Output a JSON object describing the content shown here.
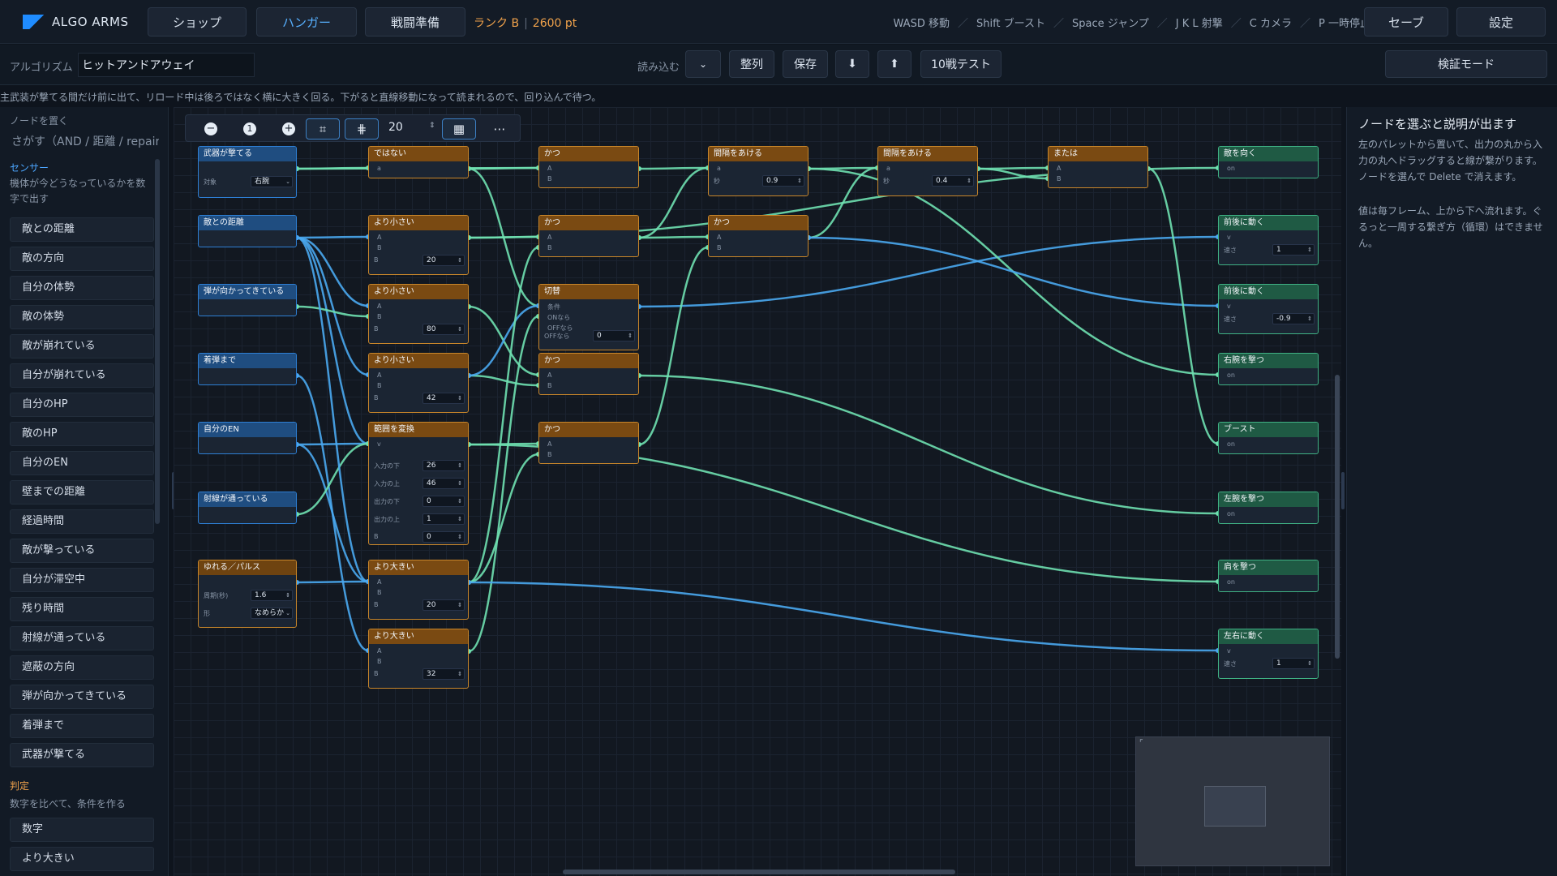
{
  "app": {
    "logo_text": "ALGO ARMS"
  },
  "nav": {
    "shop": "ショップ",
    "hangar": "ハンガー",
    "battle_prep": "戦闘準備",
    "rank": "ランク B",
    "points": "2600 pt",
    "hints": [
      "WASD 移動",
      "Shift ブースト",
      "Space ジャンプ",
      "J K L 射撃",
      "C カメラ",
      "P 一時停止"
    ],
    "save": "セーブ",
    "settings": "設定"
  },
  "subbar": {
    "algo_label": "アルゴリズム",
    "algo_name": "ヒットアンドアウェイ",
    "load_label": "読み込む",
    "arrange": "整列",
    "save": "保存",
    "test10": "10戦テスト",
    "verify": "検証モード"
  },
  "description": "主武装が撃てる間だけ前に出て、リロード中は後ろではなく横に大きく回る。下がると直線移動になって読まれるので、回り込んで待つ。",
  "palette": {
    "title": "ノードを置く",
    "search_placeholder": "さがす（AND / 距離 / repair）",
    "sensor_cat": "センサー",
    "sensor_desc": "機体が今どうなっているかを数字で出す",
    "sensors": [
      "敵との距離",
      "敵の方向",
      "自分の体勢",
      "敵の体勢",
      "敵が崩れている",
      "自分が崩れている",
      "自分のHP",
      "敵のHP",
      "自分のEN",
      "壁までの距離",
      "経過時間",
      "敵が撃っている",
      "自分が滞空中",
      "残り時間",
      "射線が通っている",
      "遮蔽の方向",
      "弾が向かってきている",
      "着弾まで",
      "武器が撃てる"
    ],
    "judge_cat": "判定",
    "judge_desc": "数字を比べて、条件を作る",
    "judges": [
      "数字",
      "より大きい"
    ]
  },
  "zoom": {
    "value": "20"
  },
  "info": {
    "title": "ノードを選ぶと説明が出ます",
    "p1": "左のパレットから置いて、出力の丸から入力の丸へドラッグすると線が繋がります。ノードを選んで Delete で消えます。",
    "p2": "値は毎フレーム、上から下へ流れます。ぐるっと一周する繋ぎ方（循環）はできません。"
  },
  "colors": {
    "bool_wire": "#6fe0b0",
    "num_wire": "#4aa8f0"
  },
  "nodes": [
    {
      "id": "n_weapon",
      "kind": "sensor",
      "title": "武器が撃てる",
      "fields": [
        {
          "label": "対象",
          "value": "右腕",
          "type": "select"
        }
      ]
    },
    {
      "id": "n_dist",
      "kind": "sensor",
      "title": "敵との距離",
      "fields": []
    },
    {
      "id": "n_bullet",
      "kind": "sensor",
      "title": "弾が向かってきている",
      "fields": []
    },
    {
      "id": "n_impact",
      "kind": "sensor",
      "title": "着弾まで",
      "fields": []
    },
    {
      "id": "n_en",
      "kind": "sensor",
      "title": "自分のEN",
      "fields": []
    },
    {
      "id": "n_los",
      "kind": "sensor",
      "title": "射線が通っている",
      "fields": []
    },
    {
      "id": "n_pulse",
      "kind": "pulse",
      "title": "ゆれる／パルス",
      "fields": [
        {
          "label": "周期(秒)",
          "value": "1.6",
          "type": "num"
        },
        {
          "label": "形",
          "value": "なめらか",
          "type": "select"
        }
      ]
    },
    {
      "id": "n_not",
      "kind": "op",
      "title": "ではない",
      "pins": [
        "a"
      ],
      "fields": []
    },
    {
      "id": "n_lt1",
      "kind": "op",
      "title": "より小さい",
      "pins": [
        "A",
        "B"
      ],
      "fields": [
        {
          "label": "B",
          "value": "20",
          "type": "num"
        }
      ]
    },
    {
      "id": "n_lt2",
      "kind": "op",
      "title": "より小さい",
      "pins": [
        "A",
        "B"
      ],
      "fields": [
        {
          "label": "B",
          "value": "80",
          "type": "num"
        }
      ]
    },
    {
      "id": "n_lt3",
      "kind": "op",
      "title": "より小さい",
      "pins": [
        "A",
        "B"
      ],
      "fields": [
        {
          "label": "B",
          "value": "42",
          "type": "num"
        }
      ]
    },
    {
      "id": "n_map",
      "kind": "op",
      "title": "範囲を変換",
      "pins": [
        "v"
      ],
      "fields": [
        {
          "label": "入力の下",
          "value": "26",
          "type": "num"
        },
        {
          "label": "入力の上",
          "value": "46",
          "type": "num"
        },
        {
          "label": "出力の下",
          "value": "0",
          "type": "num"
        },
        {
          "label": "出力の上",
          "value": "1",
          "type": "num"
        },
        {
          "label": "B",
          "value": "0",
          "type": "num"
        }
      ]
    },
    {
      "id": "n_gt1",
      "kind": "op",
      "title": "より大きい",
      "pins": [
        "A",
        "B"
      ],
      "fields": [
        {
          "label": "B",
          "value": "20",
          "type": "num"
        }
      ]
    },
    {
      "id": "n_gt2",
      "kind": "op",
      "title": "より大きい",
      "pins": [
        "A",
        "B"
      ],
      "fields": [
        {
          "label": "B",
          "value": "32",
          "type": "num"
        }
      ]
    },
    {
      "id": "n_and1",
      "kind": "op",
      "title": "かつ",
      "pins": [
        "A",
        "B"
      ],
      "fields": []
    },
    {
      "id": "n_and2",
      "kind": "op",
      "title": "かつ",
      "pins": [
        "A",
        "B"
      ],
      "fields": []
    },
    {
      "id": "n_switch",
      "kind": "op",
      "title": "切替",
      "pins": [
        "条件",
        "ONなら",
        "OFFなら"
      ],
      "fields": [
        {
          "label": "OFFなら",
          "value": "0",
          "type": "num"
        }
      ]
    },
    {
      "id": "n_and3",
      "kind": "op",
      "title": "かつ",
      "pins": [
        "A",
        "B"
      ],
      "fields": []
    },
    {
      "id": "n_and4",
      "kind": "op",
      "title": "かつ",
      "pins": [
        "A",
        "B"
      ],
      "fields": []
    },
    {
      "id": "n_gap1",
      "kind": "op",
      "title": "間隔をあける",
      "pins": [
        "a"
      ],
      "fields": [
        {
          "label": "秒",
          "value": "0.9",
          "type": "num"
        }
      ]
    },
    {
      "id": "n_and5",
      "kind": "op",
      "title": "かつ",
      "pins": [
        "A",
        "B"
      ],
      "fields": []
    },
    {
      "id": "n_gap2",
      "kind": "op",
      "title": "間隔をあける",
      "pins": [
        "a"
      ],
      "fields": [
        {
          "label": "秒",
          "value": "0.4",
          "type": "num"
        }
      ]
    },
    {
      "id": "n_or",
      "kind": "op",
      "title": "または",
      "pins": [
        "A",
        "B"
      ],
      "fields": []
    },
    {
      "id": "n_face",
      "kind": "act",
      "title": "敵を向く",
      "pins": [
        "on"
      ],
      "fields": []
    },
    {
      "id": "n_fwd1",
      "kind": "act",
      "title": "前後に動く",
      "pins": [
        "v"
      ],
      "fields": [
        {
          "label": "速さ",
          "value": "1",
          "type": "num"
        }
      ]
    },
    {
      "id": "n_fwd2",
      "kind": "act",
      "title": "前後に動く",
      "pins": [
        "v"
      ],
      "fields": [
        {
          "label": "速さ",
          "value": "-0.9",
          "type": "num"
        }
      ]
    },
    {
      "id": "n_rarm",
      "kind": "act",
      "title": "右腕を撃つ",
      "pins": [
        "on"
      ],
      "fields": []
    },
    {
      "id": "n_boost",
      "kind": "act",
      "title": "ブースト",
      "pins": [
        "on"
      ],
      "fields": []
    },
    {
      "id": "n_larm",
      "kind": "act",
      "title": "左腕を撃つ",
      "pins": [
        "on"
      ],
      "fields": []
    },
    {
      "id": "n_shoulder",
      "kind": "act",
      "title": "肩を撃つ",
      "pins": [
        "on"
      ],
      "fields": []
    },
    {
      "id": "n_strafe",
      "kind": "act",
      "title": "左右に動く",
      "pins": [
        "v"
      ],
      "fields": [
        {
          "label": "速さ",
          "value": "1",
          "type": "num"
        }
      ]
    }
  ]
}
